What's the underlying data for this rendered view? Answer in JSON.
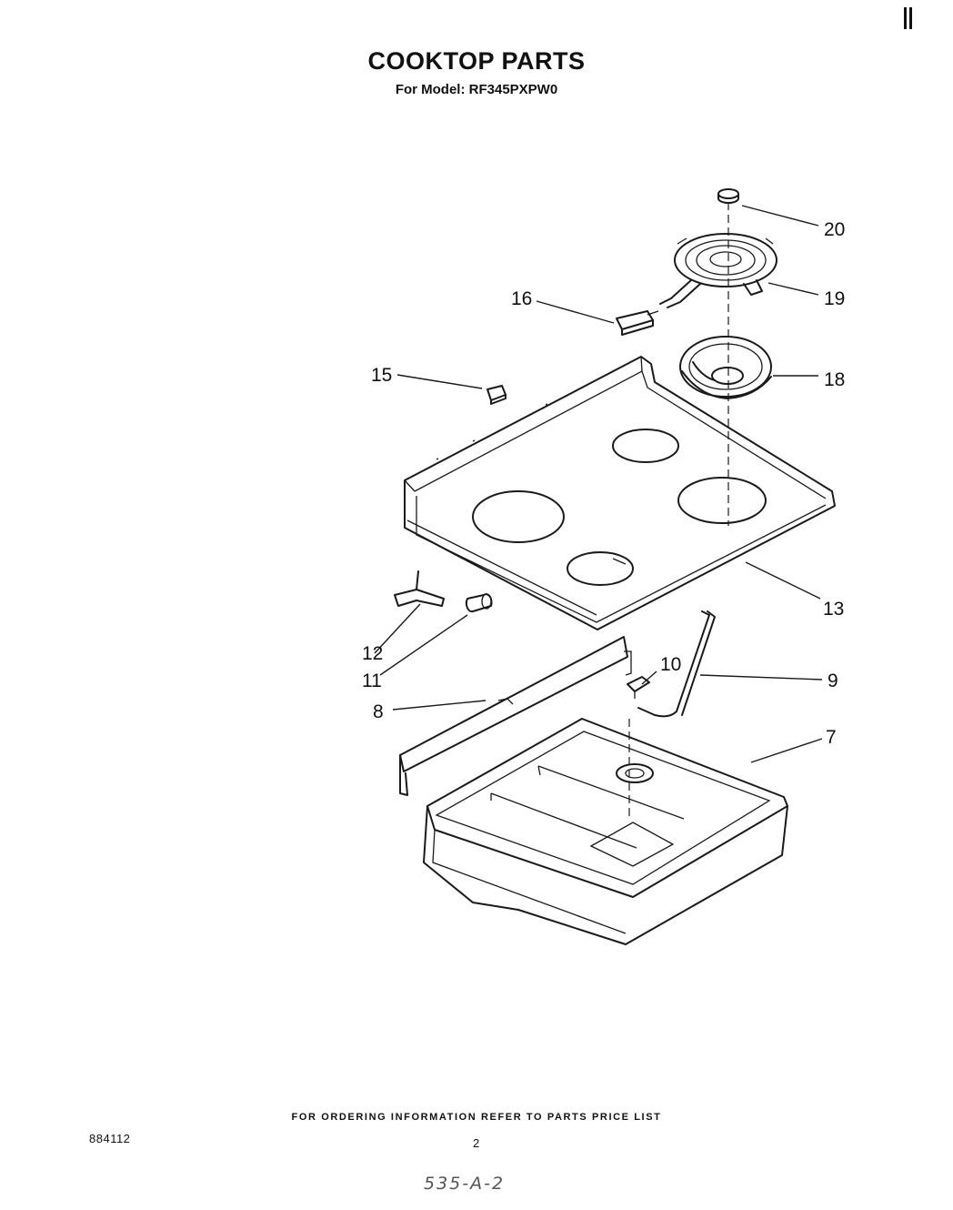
{
  "header": {
    "title": "COOKTOP PARTS",
    "model_line": "For Model: RF345PXPW0"
  },
  "callouts": [
    {
      "id": "20",
      "label": "20"
    },
    {
      "id": "19",
      "label": "19"
    },
    {
      "id": "18",
      "label": "18"
    },
    {
      "id": "16",
      "label": "16"
    },
    {
      "id": "15",
      "label": "15"
    },
    {
      "id": "13",
      "label": "13"
    },
    {
      "id": "12",
      "label": "12"
    },
    {
      "id": "11",
      "label": "11"
    },
    {
      "id": "10",
      "label": "10"
    },
    {
      "id": "9",
      "label": "9"
    },
    {
      "id": "8",
      "label": "8"
    },
    {
      "id": "7",
      "label": "7"
    }
  ],
  "footer": {
    "ordering_note": "FOR ORDERING INFORMATION REFER TO PARTS PRICE LIST",
    "doc_number": "884112",
    "page_number": "2",
    "handwritten": "535-A-2"
  }
}
